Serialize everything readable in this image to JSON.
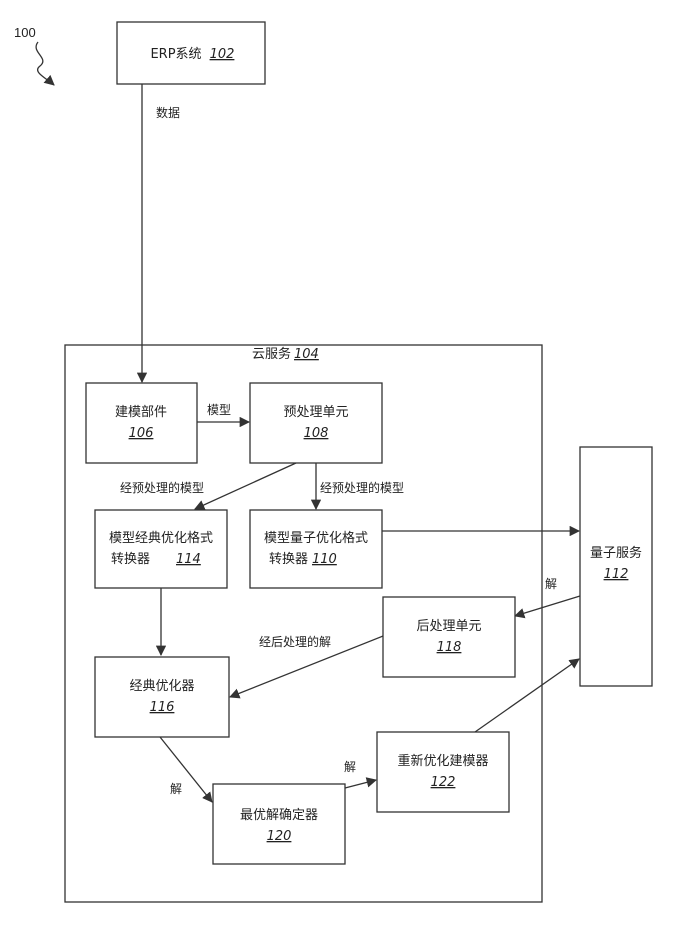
{
  "figure_number": "100",
  "cloud_service": {
    "label": "云服务",
    "ref": "104"
  },
  "nodes": {
    "erp": {
      "label": "ERP系统",
      "ref": "102"
    },
    "modeling": {
      "label": "建模部件",
      "ref": "106"
    },
    "preprocess": {
      "label": "预处理单元",
      "ref": "108"
    },
    "quantum_converter": {
      "line1": "模型量子优化格式",
      "line2": "转换器",
      "ref": "110"
    },
    "classical_converter": {
      "line1": "模型经典优化格式",
      "line2": "转换器",
      "ref": "114"
    },
    "quantum_service": {
      "label": "量子服务",
      "ref": "112"
    },
    "postprocess": {
      "label": "后处理单元",
      "ref": "118"
    },
    "classical_optimizer": {
      "label": "经典优化器",
      "ref": "116"
    },
    "solution_determiner": {
      "label": "最优解确定器",
      "ref": "120"
    },
    "reoptimize_modeler": {
      "label": "重新优化建模器",
      "ref": "122"
    }
  },
  "edge_labels": {
    "data": "数据",
    "model": "模型",
    "preprocessed_model_left": "经预处理的模型",
    "preprocessed_model_right": "经预处理的模型",
    "solution_quantum": "解",
    "postprocessed_solution": "经后处理的解",
    "solution_optimizer": "解",
    "solution_determiner": "解"
  }
}
